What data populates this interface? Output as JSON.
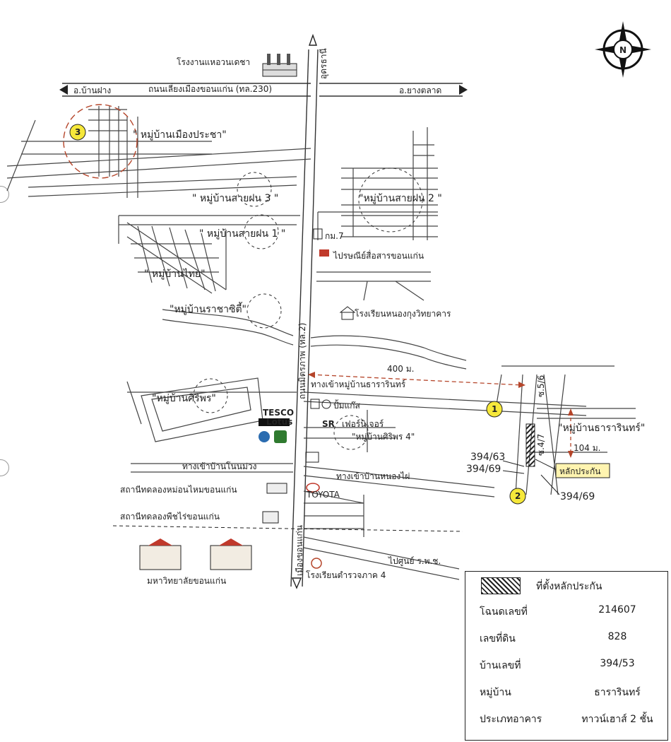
{
  "map": {
    "north_label": "N",
    "factory": "โรงงานแหอวนเดชา",
    "road_hwy230": "ถนนเลี่ยงเมืองขอนแก่น (ทล.230)",
    "to_banfang": "อ.บ้านฝาง",
    "to_yangtalat": "อ.ยางตลาด",
    "to_udon": "อุดรธานี",
    "village_muangpracha": "\" หมู่บ้านเมืองประชา\"",
    "village_saifon3": "\" หมู่บ้านสายฝน 3 \"",
    "village_saifon2": "\"หมู่บ้านสายฝน 2 \"",
    "village_saifon1": "\" หมู่บ้านสายฝน 1 \"",
    "km7": "กม.7",
    "post_office": "ไปรษณีย์สื่อสารขอนแก่น",
    "village_thai": "\" หมู่บ้านไทย\"",
    "village_ratchasit": "\"หมู่บ้านราชาซิตี้\"",
    "school_nongkung": "โรงเรียนหนองกุงวิทยาคาร",
    "road_mittraphap": "ถนนมิตรภาพ (ทล.2)",
    "distance_400": "400 ม.",
    "entrance_thararin": "ทางเข้าหมู่บ้านธารารินทร์",
    "village_siriphon": "\"หมู่บ้านศิริพร\"",
    "gas_station": "ปั้มแก๊ส",
    "sr_brand": "SR",
    "sr_name": "เฟอร์นิเจอร์",
    "tesco": "TESCO",
    "lotus": "Lotus",
    "village_siriphon4": "\"หมู่บ้านศิริพร 4\"",
    "village_thararin": "\"หมู่บ้านธารารินทร์\"",
    "soi_56": "ซ.5/6",
    "soi_47": "ซ.4/7",
    "distance_104": "104 ม.",
    "entrance_nonmuang": "ทางเข้าบ้านโนนม่วง",
    "entrance_nongpai": "ทางเข้าบ้านหนองไผ่",
    "toyota": "TOYOTA",
    "station_nonhai": "สถานีทดลองหม่อนไหมขอนแก่น",
    "station_phuechrai": "สถานีทดลองพืชไร่ขอนแก่น",
    "university": "มหาวิทยาลัยขอนแก่น",
    "to_city": "เมืองขอนแก่น",
    "police_school": "โรงเรียนตำรวจภาค 4",
    "to_center": "ไปศูนย์ ร.พ.ช.",
    "plot_394_63": "394/63",
    "plot_394_69a": "394/69",
    "plot_394_69b": "394/69",
    "collateral_label": "หลักประกัน",
    "marker_1": "1",
    "marker_2": "2",
    "marker_3": "3"
  },
  "legend": {
    "title": "ที่ตั้งหลักประกัน",
    "rows": [
      {
        "key": "โฉนดเลขที่",
        "value": "214607"
      },
      {
        "key": "เลขที่ดิน",
        "value": "828"
      },
      {
        "key": "บ้านเลขที่",
        "value": "394/53"
      },
      {
        "key": "หมู่บ้าน",
        "value": "ธารารินทร์"
      },
      {
        "key": "ประเภทอาคาร",
        "value": "ทาวน์เฮาส์ 2 ชั้น"
      }
    ]
  },
  "colors": {
    "marker_fill": "#f6e83a",
    "dashed_red": "#b5452a",
    "collateral_fill": "#fff4b0"
  }
}
